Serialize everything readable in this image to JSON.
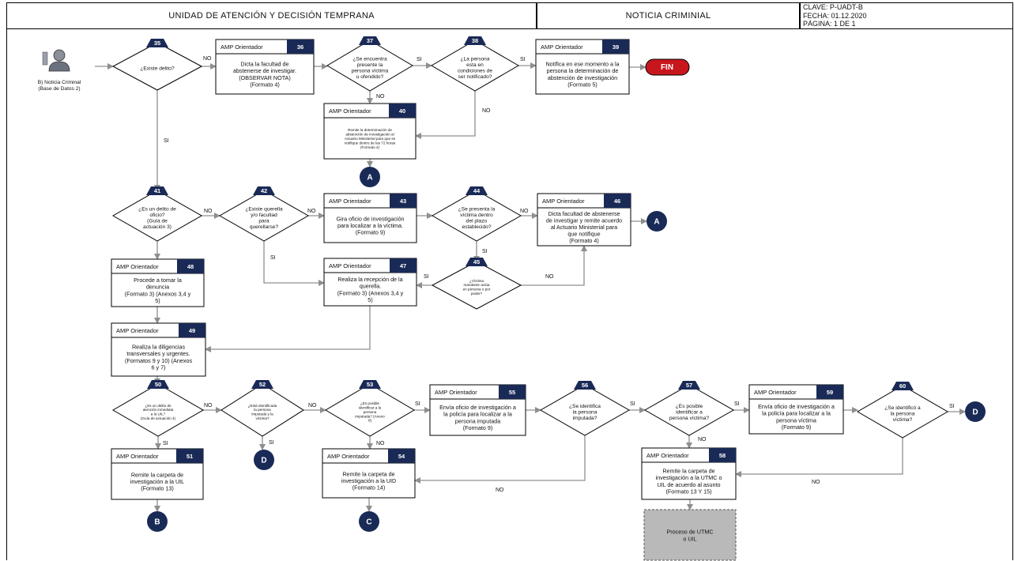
{
  "header": {
    "title": "UNIDAD DE ATENCIÓN Y DECISIÓN TEMPRANA",
    "process": "NOTICIA CRIMINIAL",
    "clave": "CLAVE: P-UADT-B",
    "fecha": "FECHA: 01.12.2020",
    "pagina": "PÁGINA: 1 DE 1"
  },
  "actor": {
    "line1": "B) Noticia Criminal",
    "line2": "(Base de Datos 2)"
  },
  "role": "AMP Orientador",
  "answers": {
    "yes": "SI",
    "no": "NO"
  },
  "end_label": "FIN",
  "connectors": {
    "a": "A",
    "b": "B",
    "c": "C",
    "d": "D"
  },
  "decisions": {
    "d35": {
      "n": "35",
      "lines": [
        "¿Existe delito?"
      ]
    },
    "d37": {
      "n": "37",
      "lines": [
        "¿Se encuentra",
        "presente la",
        "persona víctima",
        "u ofendido?"
      ]
    },
    "d38": {
      "n": "38",
      "lines": [
        "¿La persona",
        "esta en",
        "condiciones de",
        "ser notificado?"
      ]
    },
    "d41": {
      "n": "41",
      "lines": [
        "¿Es un delito de",
        "oficio?",
        "(Guía de",
        "actuación 3)"
      ]
    },
    "d42": {
      "n": "42",
      "lines": [
        "¿Existe querella",
        "y/o facultad",
        "para",
        "querellarse?"
      ]
    },
    "d44": {
      "n": "44",
      "lines": [
        "¿Se presenta la",
        "víctima dentro",
        "del plazo",
        "establecido?"
      ]
    },
    "d45": {
      "n": "45",
      "lines": [
        "¿Víctima",
        "mandante actúa",
        "en persona o por",
        "poder?"
      ]
    },
    "d50": {
      "n": "50",
      "lines": [
        "¿Es un delito de",
        "atención inmediata",
        "a la UIL?",
        "(Guía de actuación 4)"
      ]
    },
    "d52": {
      "n": "52",
      "lines": [
        "¿Está identificada",
        "la persona",
        "imputada y la",
        "víctima?"
      ]
    },
    "d53": {
      "n": "53",
      "lines": [
        "¿Es posible",
        "identificar a la",
        "persona",
        "imputada? (Anexo",
        "8)"
      ]
    },
    "d56": {
      "n": "56",
      "lines": [
        "¿Se identifica",
        "la persona",
        "imputada?"
      ]
    },
    "d57": {
      "n": "57",
      "lines": [
        "¿Es posible",
        "identificar a",
        "persona víctima?"
      ]
    },
    "d60": {
      "n": "60",
      "lines": [
        "¿Se identificó a",
        "la persona",
        "víctima?"
      ]
    }
  },
  "activities": {
    "a36": {
      "n": "36",
      "lines": [
        "Dicta la facultad de",
        "abstenerse de investigar.",
        "(OBSERVAR NOTA)",
        "(Formato 4)"
      ]
    },
    "a39": {
      "n": "39",
      "lines": [
        "Notifica en ese momento a la",
        "persona la determinación de",
        "abstención de investigación",
        "(Formato 5)"
      ]
    },
    "a40": {
      "n": "40",
      "lines": [
        "Remite la determinación de",
        "abstención de investigación al",
        "Actuario Ministerial para que se",
        "notifique dentro de las 72 horas",
        "(Formato 4)"
      ]
    },
    "a43": {
      "n": "43",
      "lines": [
        "Gira oficio de investigación",
        "para localizar a la víctima.",
        "(Formato 9)"
      ]
    },
    "a46": {
      "n": "46",
      "lines": [
        "Dicta facultad de abstenerse",
        "de investigar y remite acuerdo",
        "al Actuario Ministerial para",
        "que notifique",
        "(Formato 4)"
      ]
    },
    "a47": {
      "n": "47",
      "lines": [
        "Realiza la recepción de la",
        "querella.",
        "(Formato 3) (Anexos 3,4 y",
        "5)"
      ]
    },
    "a48": {
      "n": "48",
      "lines": [
        "Procede a tomar la",
        "denuncia",
        "(Formato 3) (Anexos 3,4 y",
        "5)"
      ]
    },
    "a49": {
      "n": "49",
      "lines": [
        "Realiza la diligencias",
        "transversales y urgentes.",
        "(Formatos 9 y 10) (Anexos",
        "6 y 7)"
      ]
    },
    "a51": {
      "n": "51",
      "lines": [
        "Remite la carpeta de",
        "investigación a la UIL",
        "(Formato 13)"
      ]
    },
    "a54": {
      "n": "54",
      "lines": [
        "Remite la carpeta de",
        "investigación a la UID",
        "(Formato 14)"
      ]
    },
    "a55": {
      "n": "55",
      "lines": [
        "Envía oficio de investigación a",
        "la policía para localizar a la",
        "persona imputada",
        "(Formato 9)"
      ]
    },
    "a58": {
      "n": "58",
      "lines": [
        "Remite la carpeta de",
        "investigación a la UTMC o",
        "UIL de acuerdo al asunto",
        "(Formato 13 Y 15)"
      ]
    },
    "a59": {
      "n": "59",
      "lines": [
        "Envía oficio de investigación a",
        "la policía para localizar a la",
        "persona víctima",
        "(Formato 9)"
      ]
    }
  },
  "external_process": {
    "lines": [
      "Proceso de UTMC",
      "o UIL"
    ]
  },
  "colors": {
    "navy": "#1a2a57",
    "end_red": "#c8161d",
    "arrow": "#8f8f8f",
    "grey_box": "#b9b9b9"
  }
}
